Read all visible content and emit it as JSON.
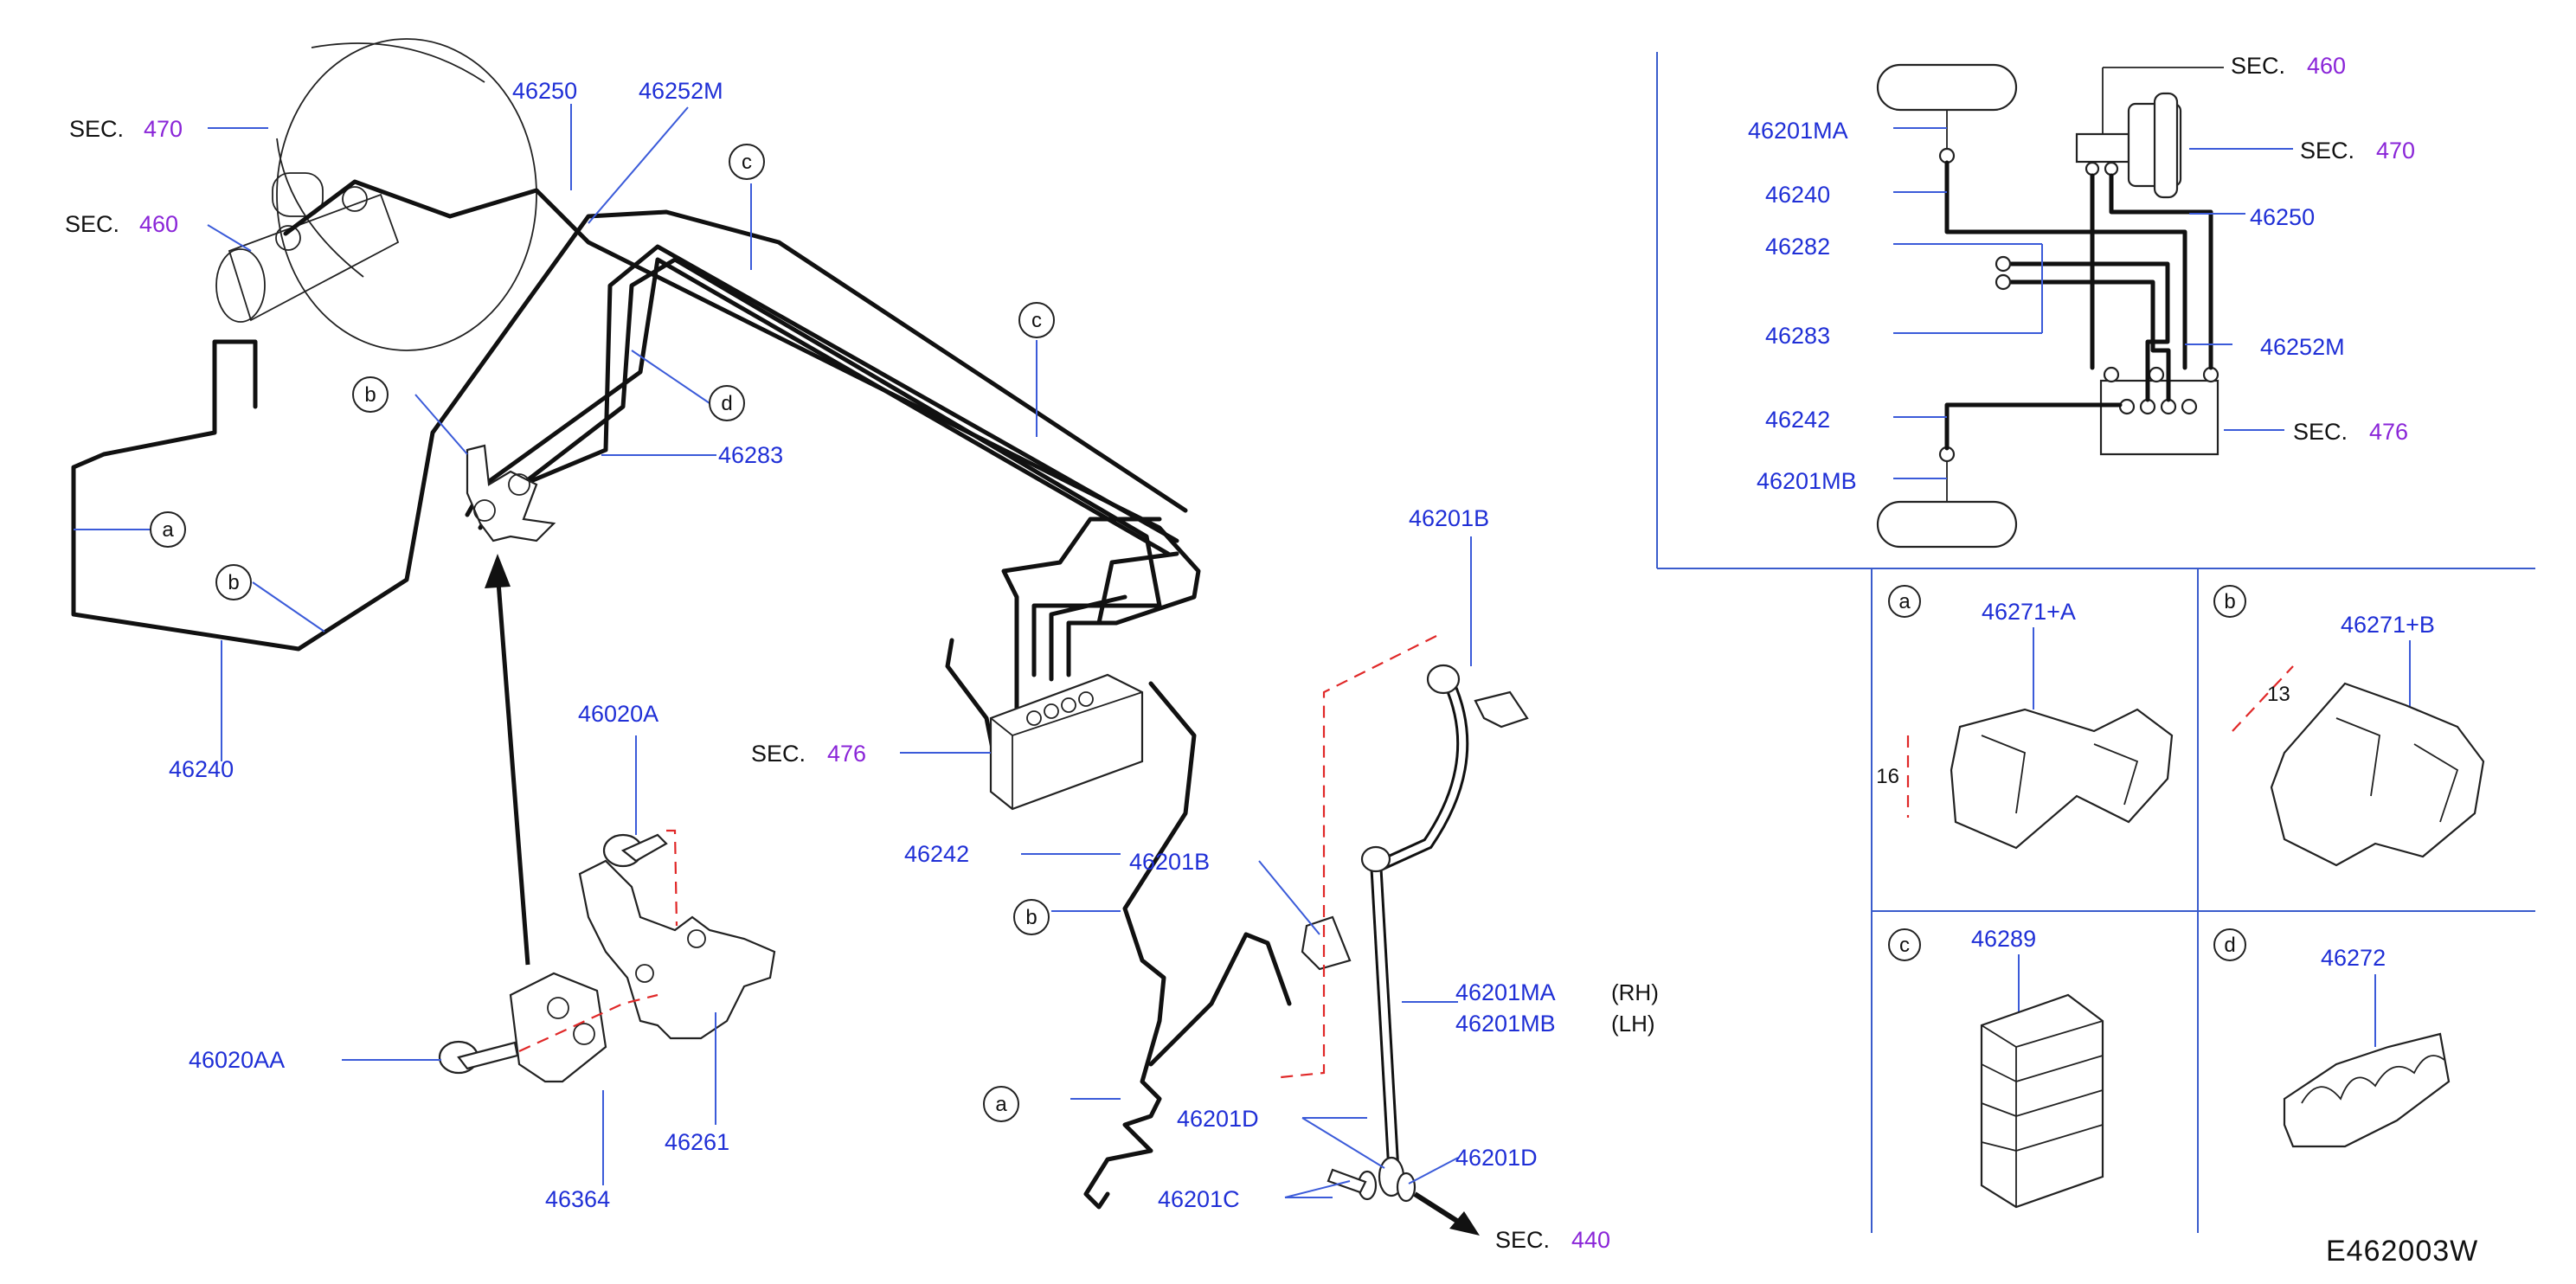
{
  "diagram_code": "E462003W",
  "sec_prefix": "SEC.",
  "sections": {
    "s470": "470",
    "s460": "460",
    "s476": "476",
    "s440": "440"
  },
  "parts": {
    "p46250": "46250",
    "p46252M": "46252M",
    "p46240": "46240",
    "p46283": "46283",
    "p46242": "46242",
    "p46020A": "46020A",
    "p46020AA": "46020AA",
    "p46261": "46261",
    "p46364": "46364",
    "p46201B": "46201B",
    "p46201MA": "46201MA",
    "p46201MB": "46201MB",
    "p46201D": "46201D",
    "p46201C": "46201C",
    "p46282": "46282",
    "p46271A": "46271+A",
    "p46271B": "46271+B",
    "p46289": "46289",
    "p46272": "46272"
  },
  "sides": {
    "rh": "(RH)",
    "lh": "(LH)"
  },
  "callouts": {
    "a": "a",
    "b": "b",
    "c": "c",
    "d": "d"
  },
  "dims": {
    "d16": "16",
    "d13": "13"
  }
}
